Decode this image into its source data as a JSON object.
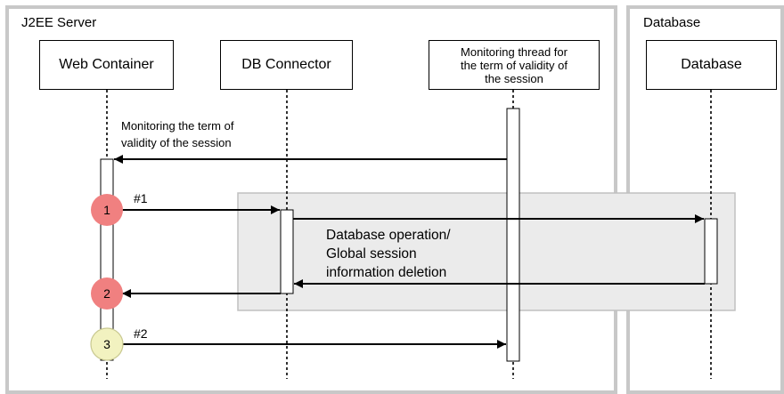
{
  "frames": {
    "j2ee": {
      "title": "J2EE Server"
    },
    "database": {
      "title": "Database"
    }
  },
  "lifelines": {
    "web_container": "Web Container",
    "db_connector": "DB Connector",
    "monitoring_thread": "Monitoring thread for\nthe term of validity of\nthe session",
    "database": "Database"
  },
  "messages": {
    "monitoring_label": "Monitoring the term of\nvalidity of the session",
    "call1_label": "#1",
    "call2_label": "#2",
    "db_operation_label": "Database operation/\nGlobal session\ninformation deletion"
  },
  "steps": [
    {
      "number": "1",
      "color": "#f08080"
    },
    {
      "number": "2",
      "color": "#f08080"
    },
    {
      "number": "3",
      "color": "#f2f2c0"
    }
  ],
  "colors": {
    "frame_border": "#c8c8c8",
    "highlight_fill": "#ebebeb",
    "highlight_border": "#c0c0c0",
    "step_red": "#f08080",
    "step_yellow": "#f2f2c0"
  }
}
